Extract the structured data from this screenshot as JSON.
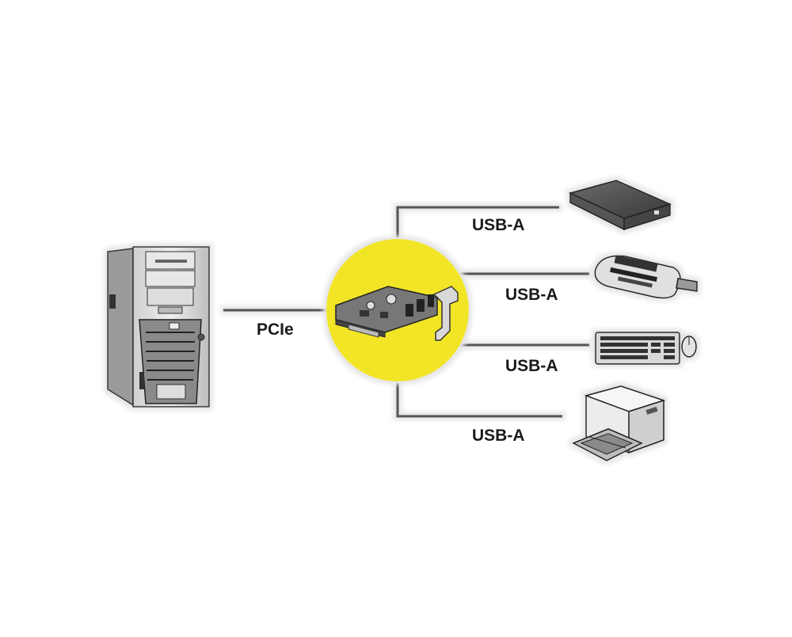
{
  "diagram": {
    "hub_color": "#f2e526",
    "line_color": "#555555",
    "labels": {
      "pcie": "PCIe",
      "usb_hdd": "USB-A",
      "usb_card_reader": "USB-A",
      "usb_keyboard": "USB-A",
      "usb_printer": "USB-A"
    },
    "icons": [
      "pc-tower-icon",
      "pcie-usb-card-icon",
      "external-hdd-icon",
      "card-reader-icon",
      "keyboard-mouse-icon",
      "printer-icon"
    ]
  }
}
